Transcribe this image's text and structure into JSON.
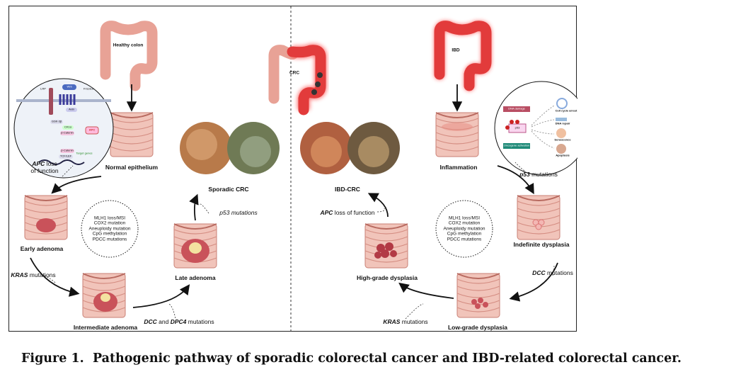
{
  "figure": {
    "caption_label": "Figure 1.",
    "caption_text": "Pathogenic pathway of sporadic colorectal cancer and IBD-related colorectal cancer.",
    "colors": {
      "healthy_colon": "#e8a296",
      "diseased_colon": "#e23b3b",
      "tissue": "#eab3a8",
      "lesion": "#c9525a",
      "border": "#222222"
    }
  },
  "sporadic": {
    "healthy_colon_label": "Healthy colon",
    "normal_epithelium": "Normal epithelium",
    "apc_inset": {
      "labels": [
        "Wnt",
        "LRP",
        "Frizzled",
        "Axin",
        "GSK-3β",
        "CK1α",
        "β-Catenin",
        "APC",
        "β-Catenin",
        "TCF/LEF",
        "Target genes"
      ],
      "caption_gene": "APC",
      "caption_rest_1": " loss",
      "caption_rest_2": "of function"
    },
    "early_adenoma": "Early adenoma",
    "kras_gene": "KRAS",
    "kras_rest": " mutations",
    "intermediate_adenoma": "Intermediate adenoma",
    "dcc_gene": "DCC",
    "dcc_and": " and ",
    "dpc4_gene": "DPC4",
    "dcc_rest": " mutations",
    "late_adenoma": "Late adenoma",
    "p53_text": "p53 mutations",
    "sporadic_crc": "Sporadic CRC",
    "msi_list": [
      "MLH1 loss/MSI",
      "COX2 mutation",
      "Aneuploidy mutation",
      "CpG methylation",
      "PDCC mutations"
    ]
  },
  "center": {
    "crc_label": "CRC"
  },
  "ibd": {
    "ibd_label": "IBD",
    "inflammation": "Inflammation",
    "p53_inset": {
      "labels": [
        "DNA damage",
        "p53",
        "Oncogene activation",
        "Cell cycle arrest",
        "DNA repair",
        "Senescence",
        "Apoptosis"
      ]
    },
    "p53_gene": "p53",
    "p53_rest": " mutations",
    "indefinite_dysplasia": "Indefinite dysplasia",
    "dcc_gene": "DCC",
    "dcc_rest": " mutations",
    "low_grade_dysplasia": "Low-grade dysplasia",
    "kras_gene": "KRAS",
    "kras_rest": " mutations",
    "high_grade_dysplasia": "High-grade dysplasia",
    "apc_gene": "APC",
    "apc_rest": " loss of function",
    "ibd_crc": "IBD-CRC",
    "msi_list": [
      "MLH1 loss/MSI",
      "COX2 mutation",
      "Aneuploidy mutation",
      "CpG methylation",
      "PDCC mutations"
    ]
  }
}
